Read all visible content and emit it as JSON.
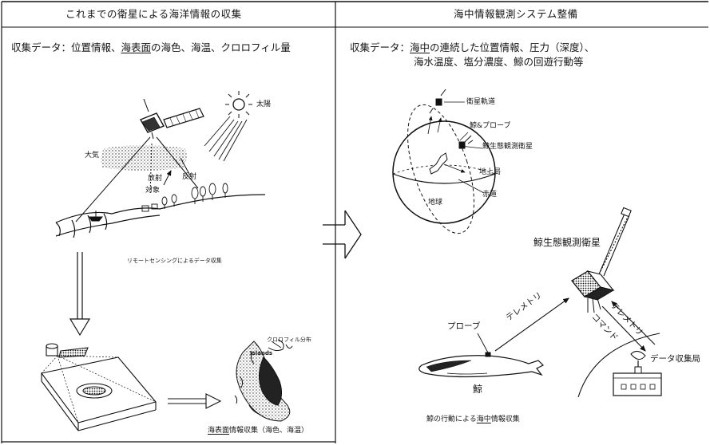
{
  "left_panel": {
    "title": "これまでの衛星による海洋情報の収集",
    "data_prefix": "収集データ：位置情報、",
    "data_underlined": "海表面",
    "data_suffix": "の海色、海温、クロロフィル量",
    "labels": {
      "sun": "太陽",
      "atmosphere": "大気",
      "radiation": "放射",
      "reflection": "反射",
      "target": "対象",
      "remote_sensing_caption": "リモートセンシングによるデータ収集",
      "chlorophyll": "クロロフィル分布",
      "islands": "Islands",
      "surface_caption_underlined": "海表面",
      "surface_caption_rest": "情報収集（海色、海温）"
    }
  },
  "right_panel": {
    "title": "海中情報観測システム整備",
    "data_prefix": "収集データ：",
    "data_underlined": "海中",
    "data_line1_rest": "の連続した位置情報、圧力（深度）、",
    "data_line2": "海水温度、塩分濃度、鯨の回遊行動等",
    "labels": {
      "satellite_orbit": "衛星軌道",
      "whale_probe": "鯨&プローブ",
      "ecology_satellite_small": "鯨生態観測衛星",
      "ground_station": "地上局",
      "equator": "赤道",
      "earth": "地球",
      "ecology_satellite": "鯨生態観測衛星",
      "probe": "プローブ",
      "telemetry_probe": "テレメトリ",
      "telemetry_down": "テレメトリ",
      "command": "コマンド",
      "data_station": "データ収集局",
      "whale": "鯨",
      "bottom_caption_prefix": "鯨の行動による",
      "bottom_caption_underlined": "海中",
      "bottom_caption_suffix": "情報収集"
    }
  }
}
